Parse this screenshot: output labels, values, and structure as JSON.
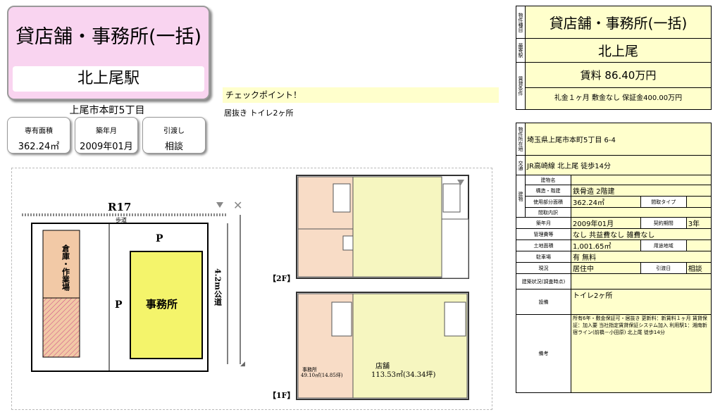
{
  "left": {
    "title": "貸店舗・事務所(一括)",
    "station": "北上尾駅",
    "address": "上尾市本町5丁目",
    "area_label": "専有面積",
    "area_value": "362.24㎡",
    "built_label": "築年月",
    "built_value": "2009年01月",
    "handover_label": "引渡し",
    "handover_value": "相談"
  },
  "checkpoint": {
    "title": "チェックポイント！",
    "text": "居抜き トイレ2ヶ所"
  },
  "site_plan": {
    "road_top": "R17",
    "sidewalk": "歩道",
    "parking_top": "P",
    "parking_left": "P",
    "office": "事務所",
    "warehouse": "倉庫・作業場",
    "road_side": "4.2m公道"
  },
  "floor_plan": {
    "floor2": "【2F】",
    "floor1": "【1F】",
    "office_label": "事務所",
    "office_area": "49.10㎡(14.85坪)",
    "store_label": "店舗",
    "store_area": "113.53㎡(34.34坪)"
  },
  "summary": {
    "side_type": "物件種目",
    "type": "貸店舗・事務所(一括)",
    "side_station": "最寄駅",
    "station": "北上尾",
    "side_cond": "賃貸条件",
    "rent": "賃料 86.40万円",
    "terms": "礼金１ヶ月 敷金なし 保証金400.00万円"
  },
  "details": {
    "side_address": "物件所在地",
    "address": "埼玉県上尾市本町5丁目 6-4",
    "side_traffic": "交通",
    "traffic": "JR高崎線 北上尾 徒歩14分",
    "side_building": "建物",
    "building_name_label": "建物名",
    "building_name": "",
    "structure_label": "構造・階建",
    "structure": "鉄骨造 2階建",
    "area_label": "使用部分面積",
    "area": "362.24㎡",
    "layout_type_label": "間取タイプ",
    "layout_type": "",
    "layout_detail_label": "間取内訳",
    "layout_detail": "",
    "built_label": "築年月",
    "built": "2009年01月",
    "contract_label": "契約期間",
    "contract": "3年",
    "mgmt_label": "管理費等",
    "mgmt": "なし 共益費なし 雑費なし",
    "land_label": "土地面積",
    "land": "1,001.65㎡",
    "zoning_label": "用途地域",
    "zoning": "",
    "parking_label": "駐車場",
    "parking": "有 無料",
    "status_label": "現況",
    "status": "居住中",
    "handover_label": "引渡日",
    "handover": "相談",
    "survey_label": "建築状況(調査時点)",
    "survey": "",
    "facility_label": "設備",
    "facility": "トイレ2ヶ所",
    "notes_label": "備考",
    "notes": "所有6年・敷金保証可・居抜き 更新料：新賃料１ヶ月 賃貸保証：加入要 当社指定賃貸保証システム加入 利用駅1：湘南新宿ライン(前橋－小田原) 北上尾 徒歩14分"
  }
}
